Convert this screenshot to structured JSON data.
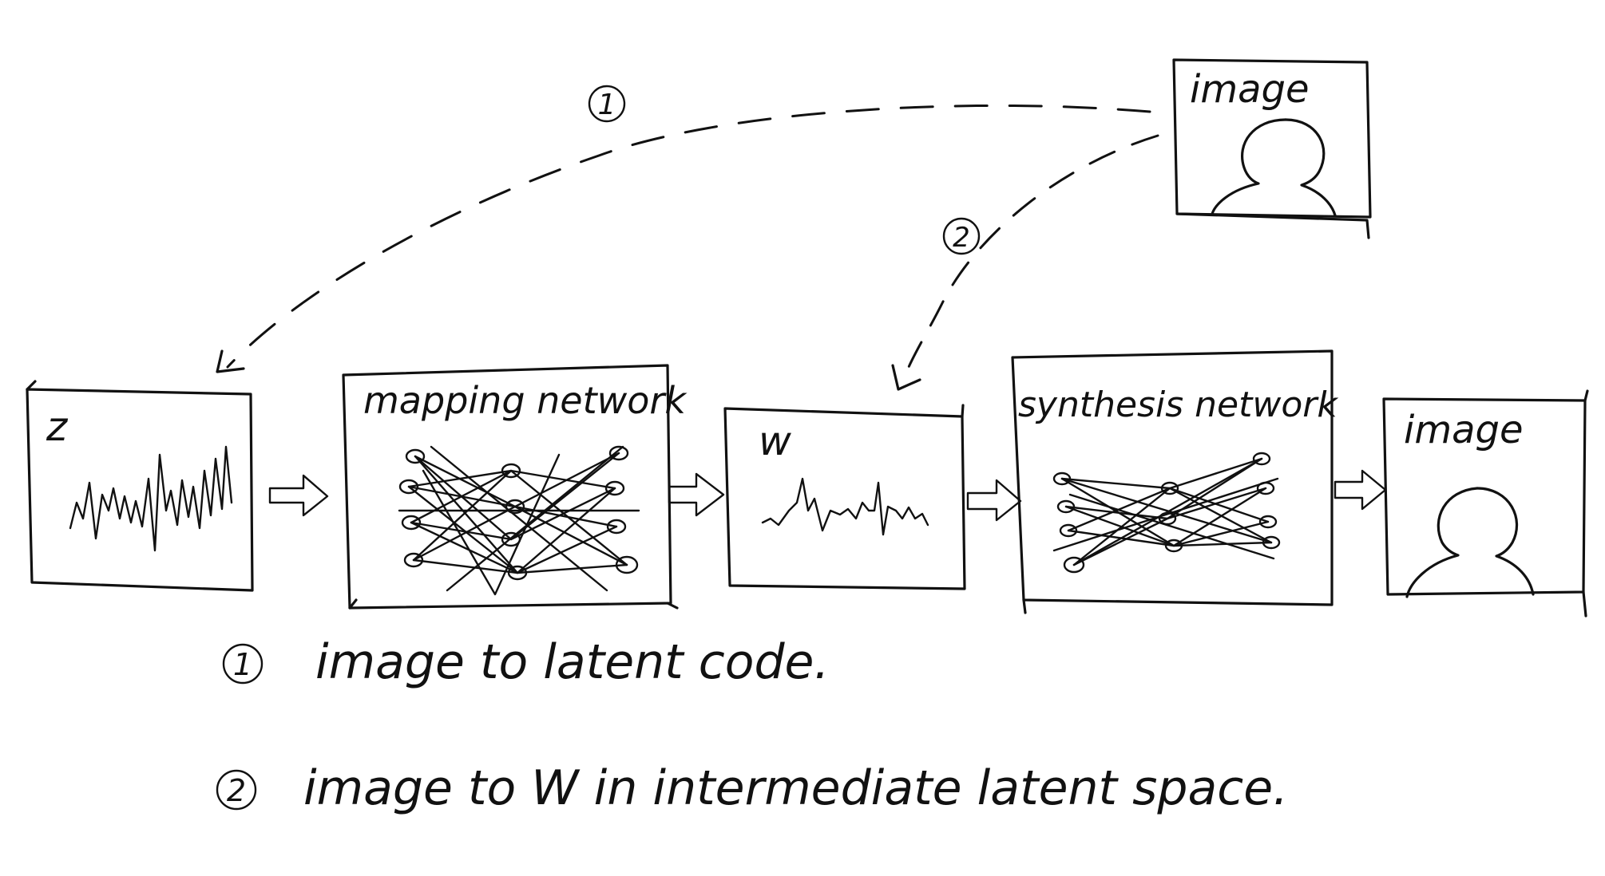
{
  "boxes": {
    "z": {
      "label": "z"
    },
    "mapping": {
      "label": "mapping network"
    },
    "w": {
      "label": "w"
    },
    "synthesis": {
      "label": "synthesis network"
    },
    "output_image": {
      "label": "image"
    },
    "input_image": {
      "label": "image"
    }
  },
  "arrows": {
    "path1_marker": "1",
    "path2_marker": "2"
  },
  "legend": {
    "item1_marker": "1",
    "item1_text": "image to latent code.",
    "item2_marker": "2",
    "item2_text": "image to W in intermediate latent space."
  }
}
